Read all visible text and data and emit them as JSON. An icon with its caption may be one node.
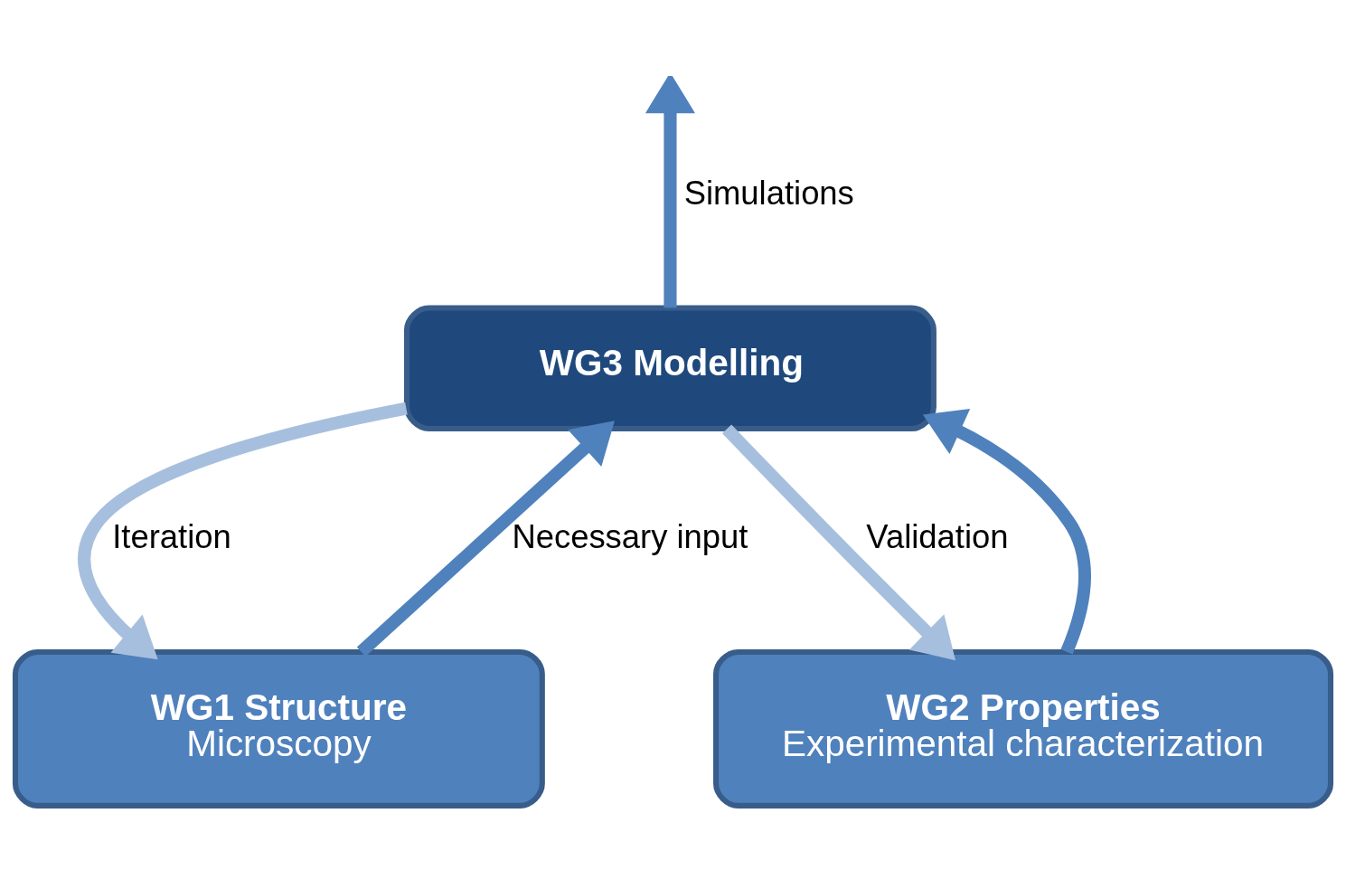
{
  "diagram": {
    "nodes": [
      {
        "text": [
          "WG3 Modelling"
        ]
      },
      {
        "text": [
          "WG1 Structure",
          "Microscopy"
        ]
      },
      {
        "text": [
          "WG2 Properties",
          "Experimental characterization"
        ]
      }
    ],
    "edges": [
      {
        "from": 0,
        "to": null,
        "arrow": "to",
        "label": "Simulations"
      },
      {
        "from": 0,
        "to": 1,
        "arrow": "to",
        "label": "Iteration",
        "color": "#a7bfde"
      },
      {
        "from": 1,
        "to": 0,
        "arrow": "to",
        "label": "Necessary input"
      },
      {
        "from": 2,
        "to": 0,
        "arrow": "to"
      },
      {
        "from": 0,
        "to": 2,
        "arrow": "to",
        "label": "Validation",
        "color": "#a7bfde"
      }
    ]
  }
}
